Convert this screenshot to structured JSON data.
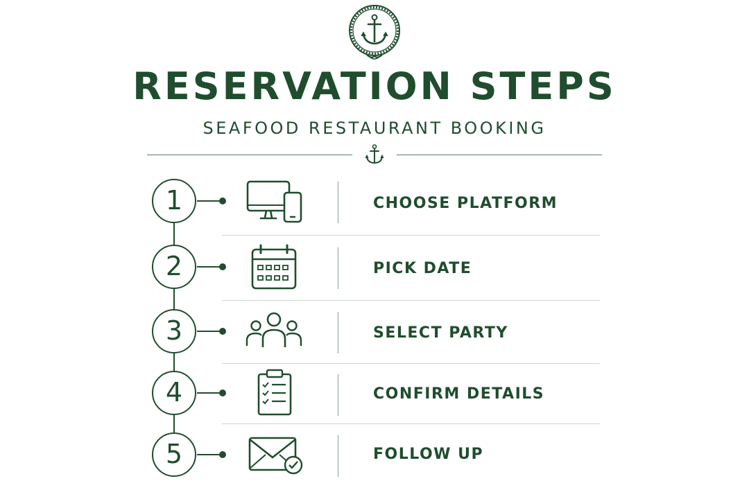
{
  "header": {
    "title": "RESERVATION STEPS",
    "subtitle": "SEAFOOD RESTAURANT BOOKING"
  },
  "icons": {
    "logo": "anchor-rope-emblem",
    "divider": "anchor-icon"
  },
  "steps": [
    {
      "number": "1",
      "label": "CHOOSE PLATFORM",
      "icon": "devices-icon"
    },
    {
      "number": "2",
      "label": "PICK DATE",
      "icon": "calendar-icon"
    },
    {
      "number": "3",
      "label": "SELECT PARTY",
      "icon": "people-group-icon"
    },
    {
      "number": "4",
      "label": "CONFIRM DETAILS",
      "icon": "clipboard-checklist-icon"
    },
    {
      "number": "5",
      "label": "FOLLOW UP",
      "icon": "envelope-check-icon"
    }
  ],
  "colors": {
    "primary": "#1f4d2e",
    "divider": "#5c7a66",
    "row_separator": "#c9d3cc",
    "background": "#ffffff"
  }
}
